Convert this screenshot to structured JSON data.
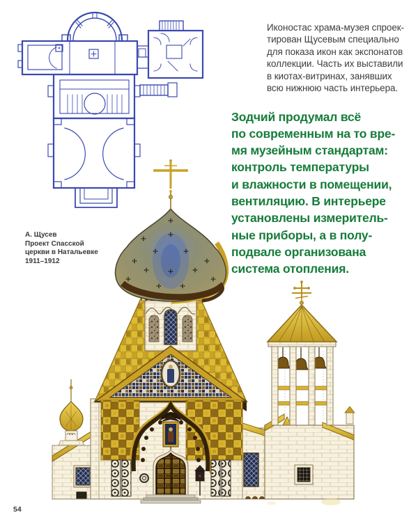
{
  "page": {
    "number": "54",
    "background": "#ffffff"
  },
  "intro": {
    "color": "#3d3d3d",
    "text": "Иконостас храма-музея спроек-\nтирован Щусевым специально\nдля показа икон как экспонатов\nколлекции. Часть их выставили\nв киотах-витринах, занявших\nвсю нижнюю часть интерьера."
  },
  "highlight": {
    "color": "#167c3a",
    "text": "Зодчий продумал всё\nпо современным на то вре-\nмя музейным стандартам:\nконтроль температуры\nи влажности в помещении,\nвентиляцию. В интерьере\nустановлены измеритель-\nные приборы, а в полу-\nподвале организована\nсистема отопления."
  },
  "caption": {
    "text": "А. Щусев\nПроект Спасской\nцеркви в Натальевке\n1911–1912"
  },
  "figures": {
    "floor_plan": {
      "kind": "blueprint-floor-plan",
      "ink_color": "#3b49b2"
    },
    "elevation": {
      "kind": "watercolor-church-elevation",
      "stone_color": "#f7f1de",
      "gold_color": "#d9b52f",
      "dome_olive_color": "#93906a",
      "dome_blue_color": "#5570b6",
      "dark_brown_color": "#3a2408"
    }
  }
}
